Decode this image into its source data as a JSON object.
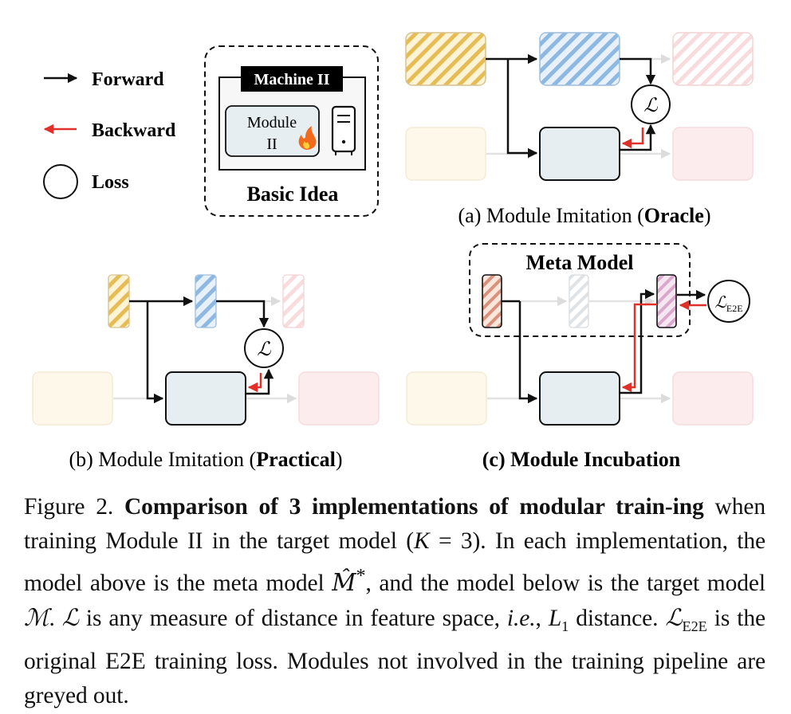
{
  "legend": {
    "forward": "Forward",
    "backward": "Backward",
    "loss": "Loss"
  },
  "basic_idea": {
    "machine_label": "Machine II",
    "module_label_line1": "Module",
    "module_label_line2": "II",
    "fire_icon": "fire-icon",
    "computer_icon": "computer-tower-icon",
    "title": "Basic Idea"
  },
  "panel_a": {
    "caption_prefix": "(a) Module Imitation (",
    "caption_bold": "Oracle",
    "caption_suffix": ")",
    "loss_symbol": "ℒ"
  },
  "panel_b": {
    "caption_prefix": "(b) Module Imitation (",
    "caption_bold": "Practical",
    "caption_suffix": ")",
    "loss_symbol": "ℒ"
  },
  "panel_c": {
    "caption": "(c) Module Incubation",
    "meta_model_label": "Meta Model",
    "loss_symbol": "ℒ",
    "loss_subscript": "E2E"
  },
  "colors": {
    "forward": "#111111",
    "backward": "#e0302a",
    "yellow": "#e6bd55",
    "blue": "#7fb0de",
    "pink": "#f1b3b5",
    "red": "#d9826f",
    "purple": "#d7a3c8",
    "gray": "#c8ccd0",
    "target_fill": "#e6eef1",
    "faded_yellow": "#fdf7e6",
    "faded_pink": "#fdeced"
  },
  "caption": {
    "figure_label": "Figure 2.",
    "bold_title_1": "Comparison of 3 implementations of modular train-",
    "bold_title_2": "ing",
    "text_1": " when training Module II in the target model (",
    "k_var": "K",
    "k_eq": " = 3). In each",
    "text_2": "implementation, the model above is the meta model ",
    "meta_sym": "M̂",
    "meta_sup": "*",
    "text_3": ", and the",
    "text_4": "model below is the target model ",
    "target_sym": "ℳ",
    "text_5": ". ",
    "loss_sym": "ℒ",
    "text_6": " is any measure of distance",
    "text_7": "in feature space, ",
    "ie": "i.e.",
    "text_8": ", ",
    "l1_sym": "L",
    "l1_sub": "1",
    "text_9": " distance. ",
    "le2e_sym": "ℒ",
    "le2e_sub": "E2E",
    "text_10": " is the original E2E training",
    "text_11": "loss. Modules not involved in the training pipeline are greyed out."
  }
}
